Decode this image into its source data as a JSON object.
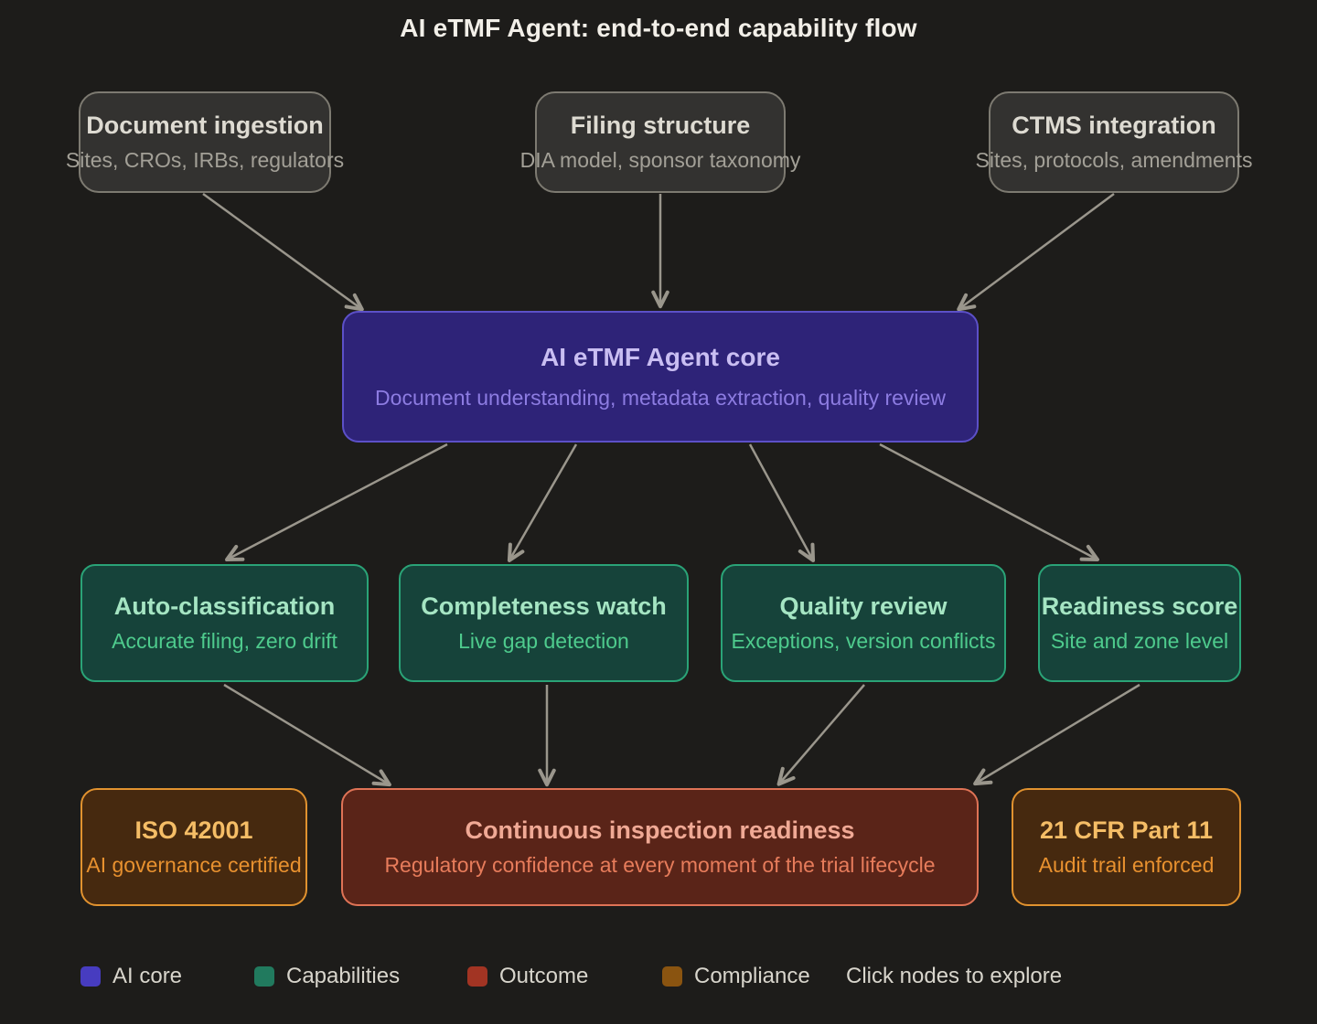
{
  "header": {
    "title": "AI eTMF Agent: end-to-end capability flow"
  },
  "nodes": {
    "sources": [
      {
        "title": "Document ingestion",
        "subtitle": "Sites, CROs, IRBs, regulators"
      },
      {
        "title": "Filing structure",
        "subtitle": "DIA model, sponsor taxonomy"
      },
      {
        "title": "CTMS integration",
        "subtitle": "Sites, protocols, amendments"
      }
    ],
    "core": {
      "title": "AI eTMF Agent core",
      "subtitle": "Document understanding, metadata extraction, quality review"
    },
    "capabilities": [
      {
        "title": "Auto-classification",
        "subtitle": "Accurate filing, zero drift"
      },
      {
        "title": "Completeness watch",
        "subtitle": "Live gap detection"
      },
      {
        "title": "Quality review",
        "subtitle": "Exceptions, version conflicts"
      },
      {
        "title": "Readiness score",
        "subtitle": "Site and zone level"
      }
    ],
    "outcome": {
      "title": "Continuous inspection readiness",
      "subtitle": "Regulatory confidence at every moment of the trial lifecycle"
    },
    "compliance": [
      {
        "title": "ISO 42001",
        "subtitle": "AI governance certified"
      },
      {
        "title": "21 CFR Part 11",
        "subtitle": "Audit trail enforced"
      }
    ]
  },
  "legend": {
    "items": [
      {
        "label": "AI core",
        "color": "#473cc0"
      },
      {
        "label": "Capabilities",
        "color": "#217a5e"
      },
      {
        "label": "Outcome",
        "color": "#a23423"
      },
      {
        "label": "Compliance",
        "color": "#8a5410"
      }
    ],
    "hint": "Click nodes to explore"
  },
  "colors": {
    "background": "#1d1c1a",
    "arrow": "#9a968c",
    "ai_core_fill": "#2e2378",
    "capability_fill": "#16433a",
    "outcome_fill": "#5a2418",
    "compliance_fill": "#46290f",
    "source_fill": "#333230"
  }
}
